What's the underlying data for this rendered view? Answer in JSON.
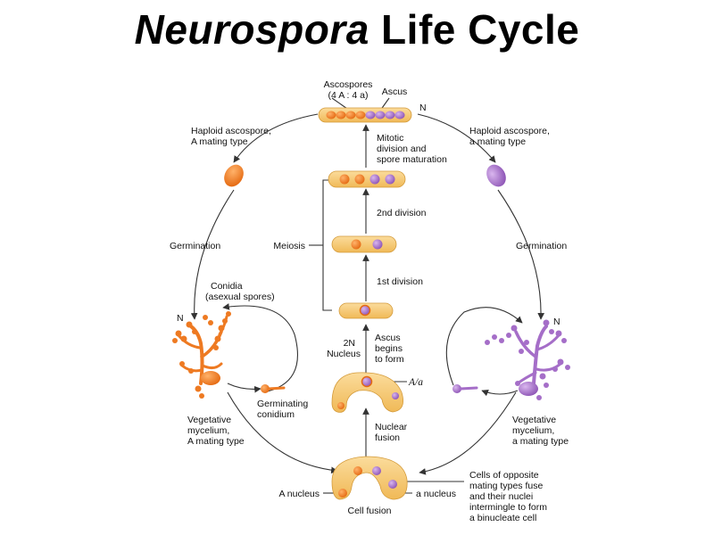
{
  "title": {
    "italic": "Neurospora",
    "rest": " Life Cycle"
  },
  "labels": {
    "ascospores": "Ascospores",
    "ratio_open": "(4 ",
    "ratio_A": "A",
    "ratio_mid": " : 4 ",
    "ratio_a": "a",
    "ratio_close": ")",
    "ascus": "Ascus",
    "n_top": "N",
    "haploid_left_1": "Haploid ascospore,",
    "haploid_left_A": "A",
    "haploid_left_2": " mating type",
    "haploid_right_1": "Haploid ascospore,",
    "haploid_right_a": "a",
    "haploid_right_2": " mating type",
    "mitotic_1": "Mitotic",
    "mitotic_2": "division and",
    "mitotic_3": "spore maturation",
    "second_division": "2nd division",
    "meiosis": "Meiosis",
    "first_division": "1st division",
    "germination_left": "Germination",
    "germination_right": "Germination",
    "conidia_1": "Conidia",
    "conidia_2": "(asexual spores)",
    "n_left": "N",
    "n_right": "N",
    "two_n_1": "2N",
    "two_n_2": "Nucleus",
    "ascus_begins_1": "Ascus",
    "ascus_begins_2": "begins",
    "ascus_begins_3": "to form",
    "a_over_a": "A/a",
    "germ_conidium_1": "Germinating",
    "germ_conidium_2": "conidium",
    "veg_left_1": "Vegetative",
    "veg_left_2": "mycelium,",
    "veg_left_A": "A",
    "veg_left_3": " mating type",
    "veg_right_1": "Vegetative",
    "veg_right_2": "mycelium,",
    "veg_right_a": "a",
    "veg_right_3": " mating type",
    "nuclear_fusion_1": "Nuclear",
    "nuclear_fusion_2": "fusion",
    "cells_1": "Cells of opposite",
    "cells_2": "mating types fuse",
    "cells_3": "and their nuclei",
    "cells_4": "intermingle to form",
    "cells_5": "a binucleate cell",
    "A_nucleus_A": "A",
    "A_nucleus": " nucleus",
    "a_nucleus_a": "a",
    "a_nucleus": " nucleus",
    "cell_fusion": "Cell fusion"
  },
  "colors": {
    "orange": "#ee7a22",
    "purple": "#a56ec8",
    "ascus_fill": "#f7c774",
    "line": "#333333"
  }
}
